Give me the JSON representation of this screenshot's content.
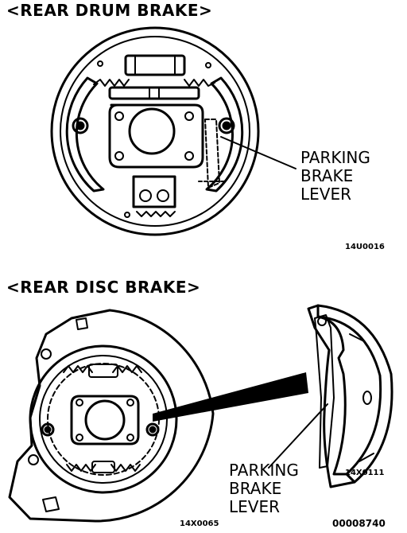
{
  "drum": {
    "heading": "<REAR DRUM BRAKE>",
    "callout": [
      "PARKING",
      "BRAKE",
      "LEVER"
    ],
    "figure_code": "14U0016"
  },
  "disc": {
    "heading": "<REAR DISC BRAKE>",
    "callout": [
      "PARKING",
      "BRAKE",
      "LEVER"
    ],
    "figure_code_left": "14X0065",
    "figure_code_right": "14X0111"
  },
  "page_code": "00008740"
}
